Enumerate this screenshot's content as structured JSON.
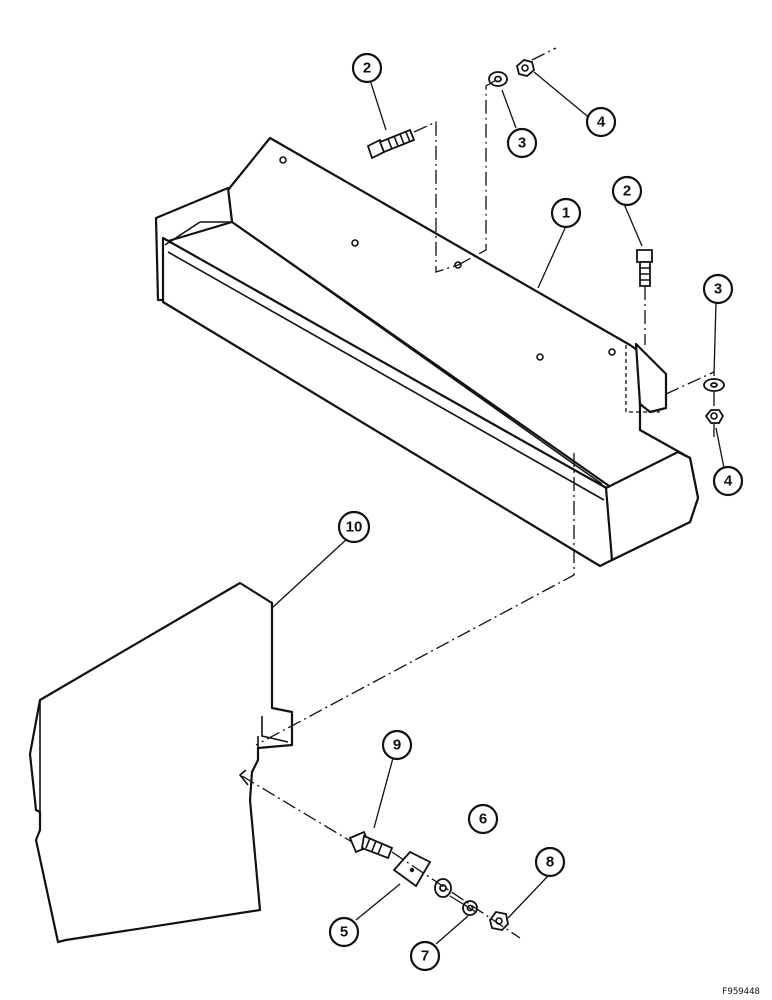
{
  "figure_id": "F959448",
  "callouts": [
    {
      "id": "c1",
      "label": "1"
    },
    {
      "id": "c2a",
      "label": "2"
    },
    {
      "id": "c2b",
      "label": "2"
    },
    {
      "id": "c3a",
      "label": "3"
    },
    {
      "id": "c3b",
      "label": "3"
    },
    {
      "id": "c4a",
      "label": "4"
    },
    {
      "id": "c4b",
      "label": "4"
    },
    {
      "id": "c5",
      "label": "5"
    },
    {
      "id": "c6",
      "label": "6"
    },
    {
      "id": "c7",
      "label": "7"
    },
    {
      "id": "c8",
      "label": "8"
    },
    {
      "id": "c9",
      "label": "9"
    },
    {
      "id": "c10",
      "label": "10"
    }
  ]
}
